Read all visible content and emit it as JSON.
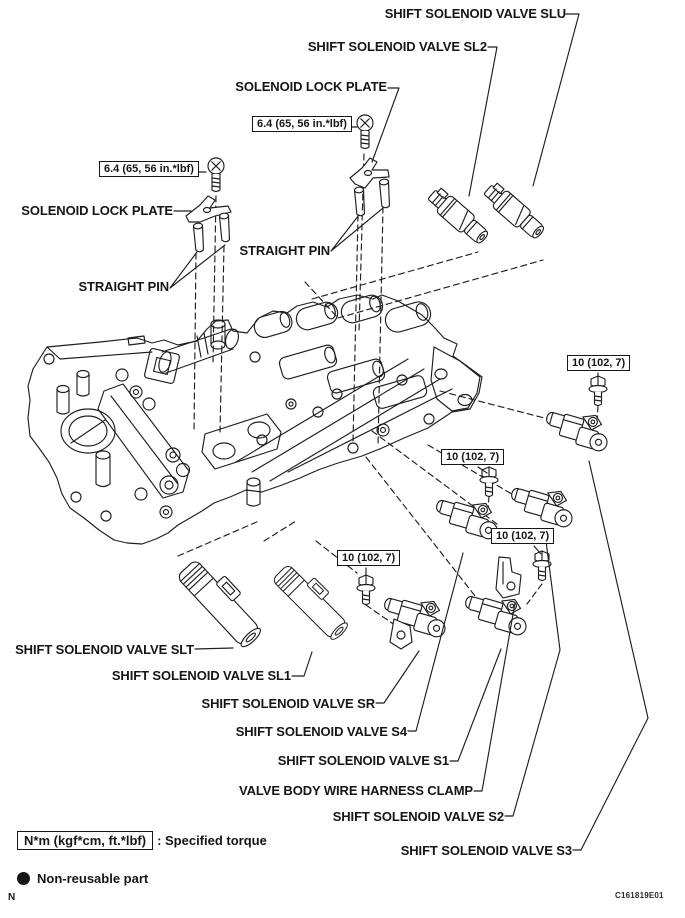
{
  "diagram": {
    "labels": {
      "slu": "SHIFT SOLENOID VALVE SLU",
      "sl2": "SHIFT SOLENOID VALVE SL2",
      "lock_plate_top": "SOLENOID LOCK PLATE",
      "lock_plate_left": "SOLENOID LOCK PLATE",
      "straight_pin_left": "STRAIGHT PIN",
      "straight_pin_center": "STRAIGHT PIN",
      "slt": "SHIFT SOLENOID VALVE SLT",
      "sl1": "SHIFT SOLENOID VALVE SL1",
      "sr": "SHIFT SOLENOID VALVE SR",
      "s4": "SHIFT SOLENOID VALVE S4",
      "s1": "SHIFT SOLENOID VALVE S1",
      "clamp": "VALVE BODY WIRE HARNESS CLAMP",
      "s2": "SHIFT SOLENOID VALVE S2",
      "s3": "SHIFT SOLENOID VALVE S3"
    },
    "torque": {
      "lock_plate_bolt": "6.4 (65, 56 in.*lbf)",
      "solenoid_bolt": "10 (102, 7)"
    },
    "legend": {
      "torque_box": "N*m (kgf*cm, ft.*lbf)",
      "torque_desc": ": Specified torque",
      "non_reusable": "Non-reusable part"
    },
    "footer": {
      "corner_mark": "N",
      "doc_code": "C161819E01"
    }
  }
}
